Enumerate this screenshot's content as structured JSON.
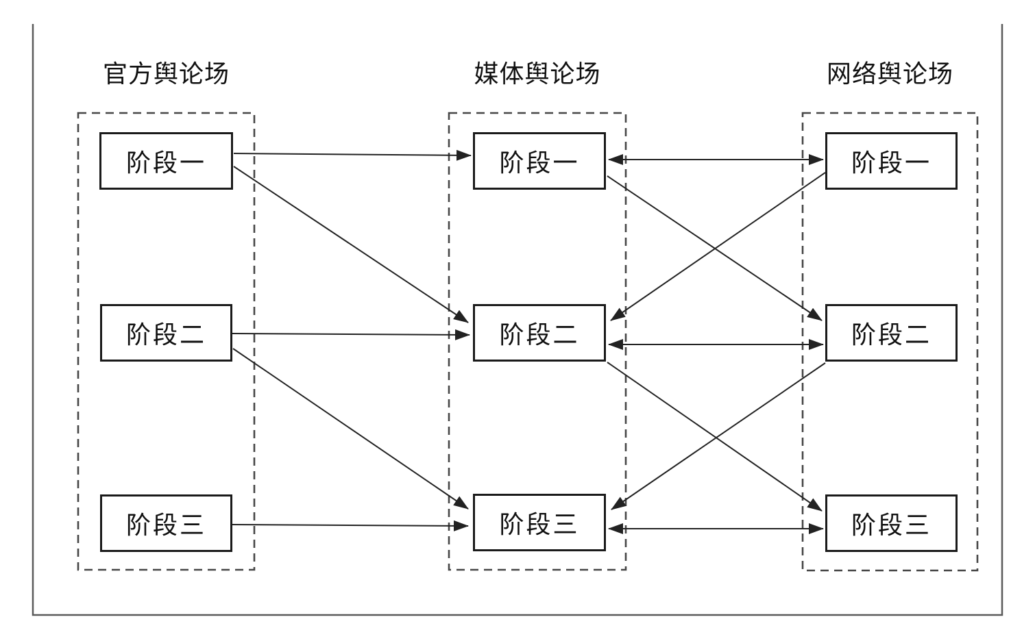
{
  "diagram": {
    "fields": [
      {
        "id": "official",
        "title": "官方舆论场",
        "stages": [
          {
            "id": "official-s1",
            "label": "阶段一"
          },
          {
            "id": "official-s2",
            "label": "阶段二"
          },
          {
            "id": "official-s3",
            "label": "阶段三"
          }
        ]
      },
      {
        "id": "media",
        "title": "媒体舆论场",
        "stages": [
          {
            "id": "media-s1",
            "label": "阶段一"
          },
          {
            "id": "media-s2",
            "label": "阶段二"
          },
          {
            "id": "media-s3",
            "label": "阶段三"
          }
        ]
      },
      {
        "id": "network",
        "title": "网络舆论场",
        "stages": [
          {
            "id": "network-s1",
            "label": "阶段一"
          },
          {
            "id": "network-s2",
            "label": "阶段二"
          },
          {
            "id": "network-s3",
            "label": "阶段三"
          }
        ]
      }
    ],
    "arrows": [
      {
        "from": "official-s1",
        "to": "media-s1",
        "bidirectional": false
      },
      {
        "from": "official-s1",
        "to": "media-s2",
        "bidirectional": false
      },
      {
        "from": "official-s2",
        "to": "media-s2",
        "bidirectional": false
      },
      {
        "from": "official-s2",
        "to": "media-s3",
        "bidirectional": false
      },
      {
        "from": "official-s3",
        "to": "media-s3",
        "bidirectional": false
      },
      {
        "from": "media-s1",
        "to": "network-s1",
        "bidirectional": true
      },
      {
        "from": "media-s1",
        "to": "network-s2",
        "bidirectional": false
      },
      {
        "from": "network-s1",
        "to": "media-s2",
        "bidirectional": false
      },
      {
        "from": "media-s2",
        "to": "network-s2",
        "bidirectional": true
      },
      {
        "from": "media-s2",
        "to": "network-s3",
        "bidirectional": false
      },
      {
        "from": "network-s2",
        "to": "media-s3",
        "bidirectional": false
      },
      {
        "from": "media-s3",
        "to": "network-s3",
        "bidirectional": true
      }
    ],
    "colors": {
      "line": "#222222",
      "box_border": "#1a1a1a",
      "dashed_border": "#464646",
      "frame": "#5a5a5a",
      "background": "#ffffff",
      "text": "#111111"
    }
  }
}
